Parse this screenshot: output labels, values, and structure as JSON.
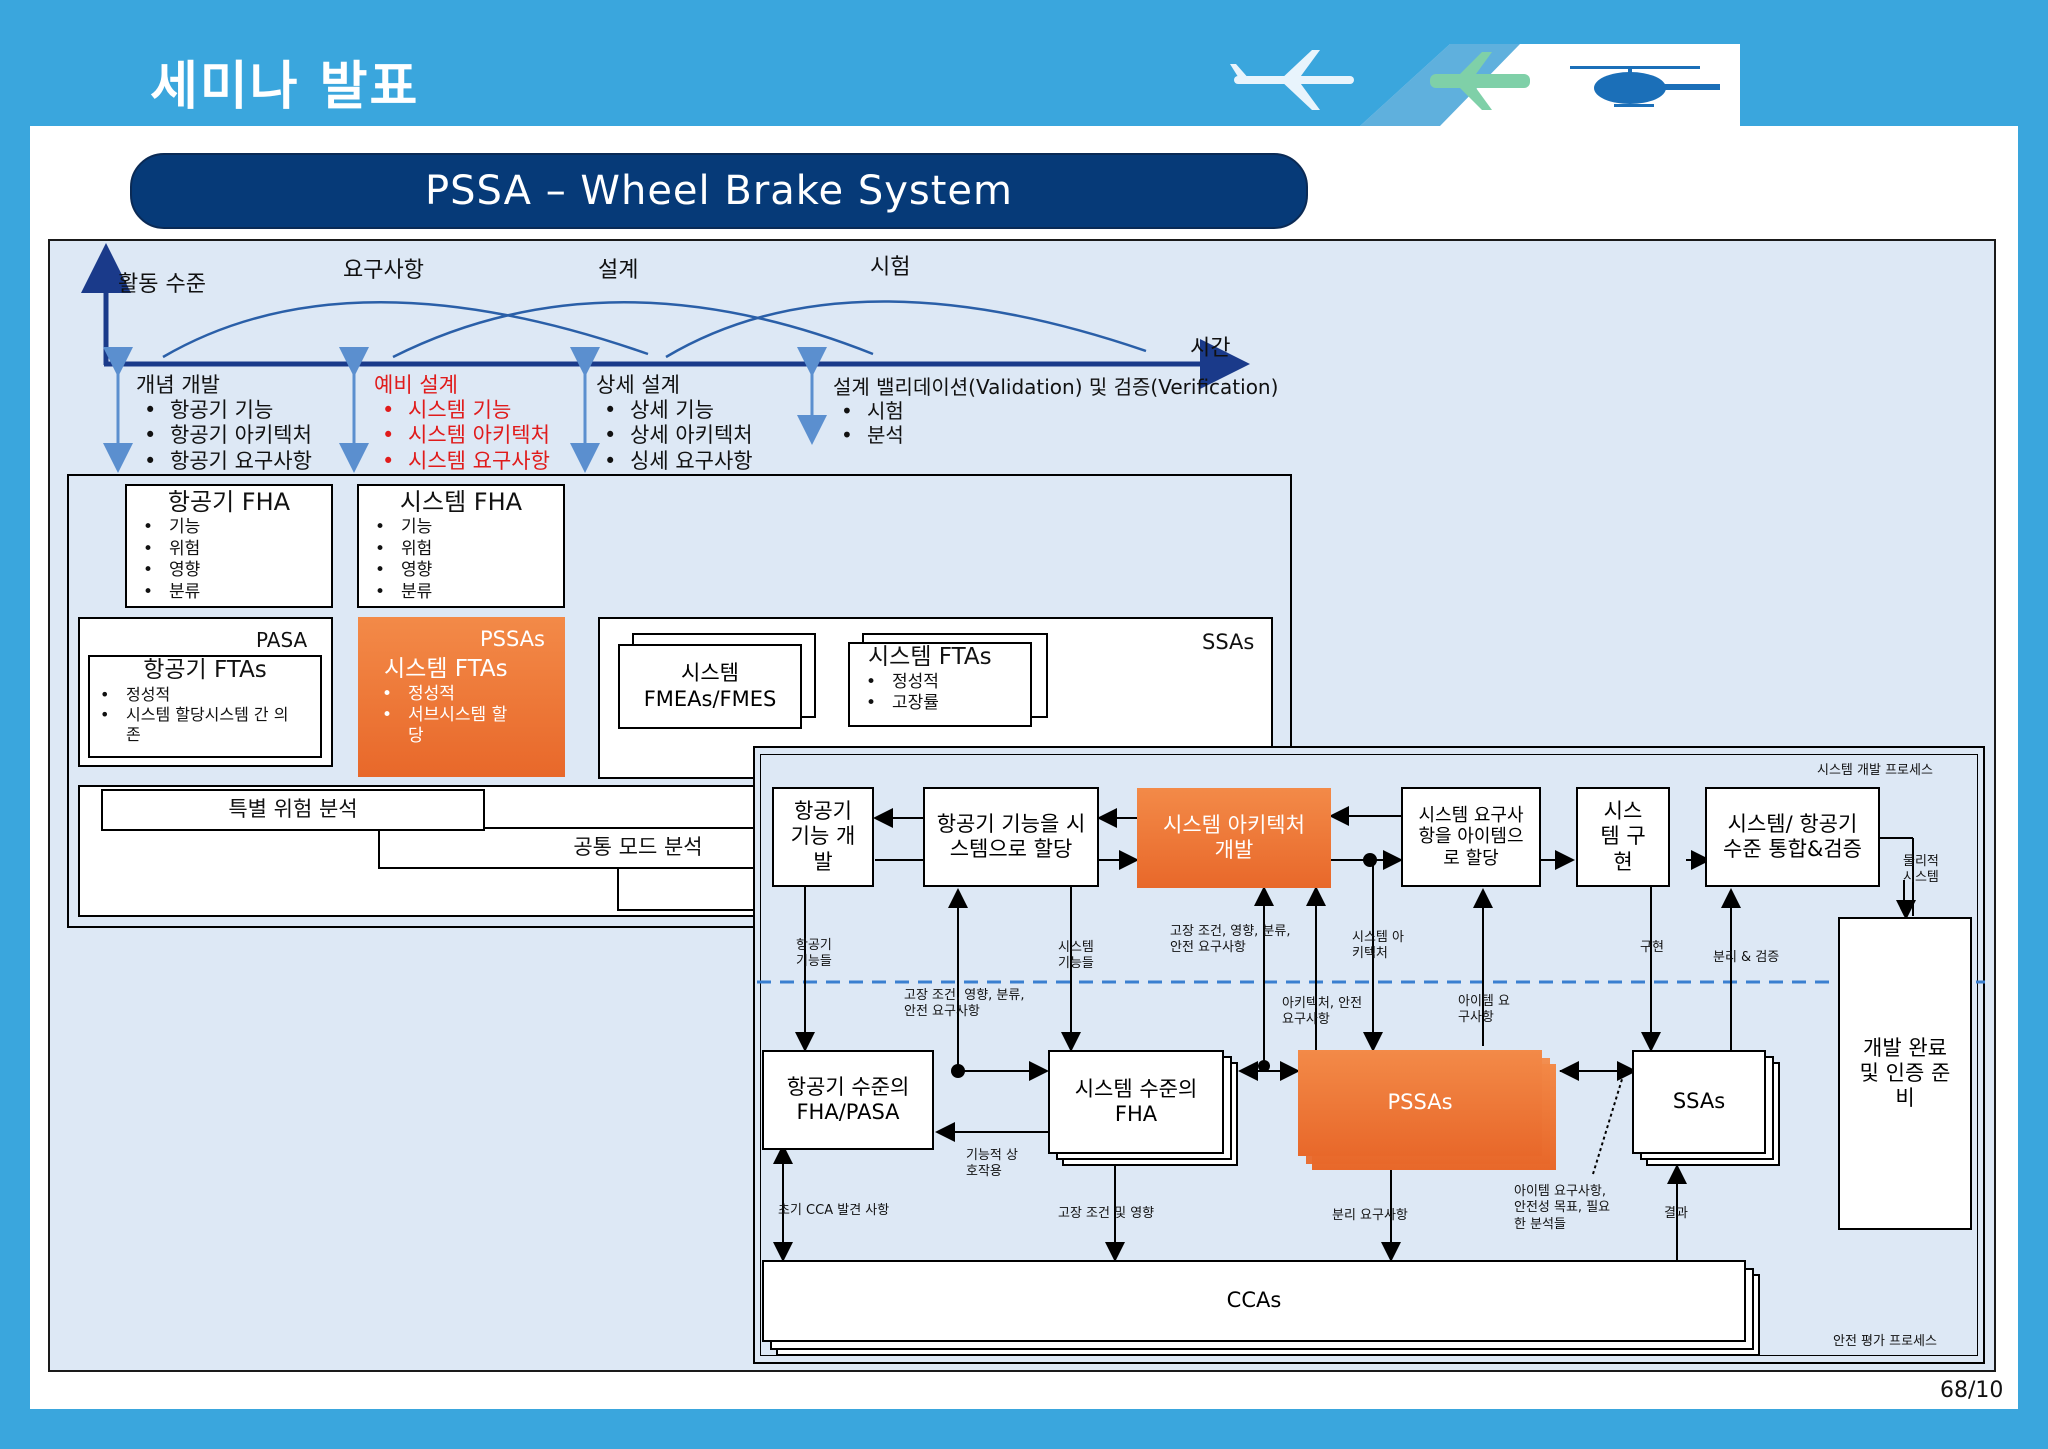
{
  "slide": {
    "title": "세미나 발표",
    "subtitle": "PSSA – Wheel Brake System",
    "page_number": "68/10"
  },
  "timeline": {
    "y_axis_label": "활동 수준",
    "x_axis_label": "시간",
    "curve_labels": [
      "요구사항",
      "설계",
      "시험"
    ],
    "phases": [
      {
        "title": "개념 개발",
        "items": [
          "항공기 기능",
          "항공기 아키텍처",
          "항공기 요구사항"
        ],
        "highlight": false
      },
      {
        "title": "예비 설계",
        "items": [
          "시스템 기능",
          "시스템 아키텍처",
          "시스템 요구사항"
        ],
        "highlight": true
      },
      {
        "title": "상세 설계",
        "items": [
          "상세 기능",
          "상세 아키텍처",
          "싱세 요구사항"
        ],
        "highlight": false
      },
      {
        "title": "설계 밸리데이션(Validation) 및 검증(Verification)",
        "items": [
          "시험",
          "분석"
        ],
        "highlight": false
      }
    ]
  },
  "left_panel": {
    "aircraft_fha": {
      "title": "항공기 FHA",
      "items": [
        "기능",
        "위험",
        "영향",
        "분류"
      ]
    },
    "system_fha": {
      "title": "시스템 FHA",
      "items": [
        "기능",
        "위험",
        "영향",
        "분류"
      ]
    },
    "pasa": {
      "label": "PASA",
      "title": "항공기 FTAs",
      "items": [
        "정성적",
        "시스템 할당시스템 간 의존"
      ]
    },
    "pssas": {
      "label": "PSSAs",
      "title": "시스템 FTAs",
      "items": [
        "정성적",
        "서브시스템 할당"
      ]
    },
    "ssas": {
      "label": "SSAs",
      "fmea": "시스템 FMEAs/FMES",
      "fta_title": "시스템 FTAs",
      "fta_items": [
        "정성적",
        "고장률"
      ]
    },
    "special_hazard": "특별 위험 분석",
    "common_mode": "공통 모드 분석"
  },
  "process": {
    "dev_label": "시스템 개발 프로세스",
    "safety_label": "안전 평가 프로세스",
    "boxes": {
      "aircraft_func": "항공기 기능 개발",
      "alloc_func": "항공기 기능을 시스템으로 할당",
      "sys_arch": "시스템 아키텍처 개발",
      "alloc_req": "시스템 요구사항을 아이템으로 할당",
      "sys_impl": "시스템 구현",
      "integration": "시스템/ 항공기 수준 통합&검증",
      "complete": "개발 완료 및 인증 준비",
      "aircraft_fha": "항공기 수준의 FHA/PASA",
      "system_fha": "시스템 수준의 FHA",
      "pssas": "PSSAs",
      "ssas": "SSAs",
      "ccas": "CCAs"
    },
    "labels": {
      "aircraft_functions": "항공기 기능들",
      "system_functions": "시스템 기능들",
      "failure_cond_1": "고장 조건, 영향, 분류, 안전 요구사항",
      "failure_cond_2": "고장 조건, 영향, 분류, 안전 요구사항",
      "system_arch": "시스템 아키텍처",
      "arch_safety": "아키텍처, 안전 요구사항",
      "item_req": "아이템 요구사항",
      "impl": "구현",
      "separation": "분리 & 검증",
      "physical": "물리적 시스템",
      "func_interaction": "기능적 상호작용",
      "initial_cca": "초기 CCA 발견 사항",
      "failure_effect": "고장 조건 및 영향",
      "separation_req": "분리 요구사항",
      "item_safety": "아이템 요구사항, 안전성 목표, 필요한 분석들",
      "result": "결과"
    }
  }
}
